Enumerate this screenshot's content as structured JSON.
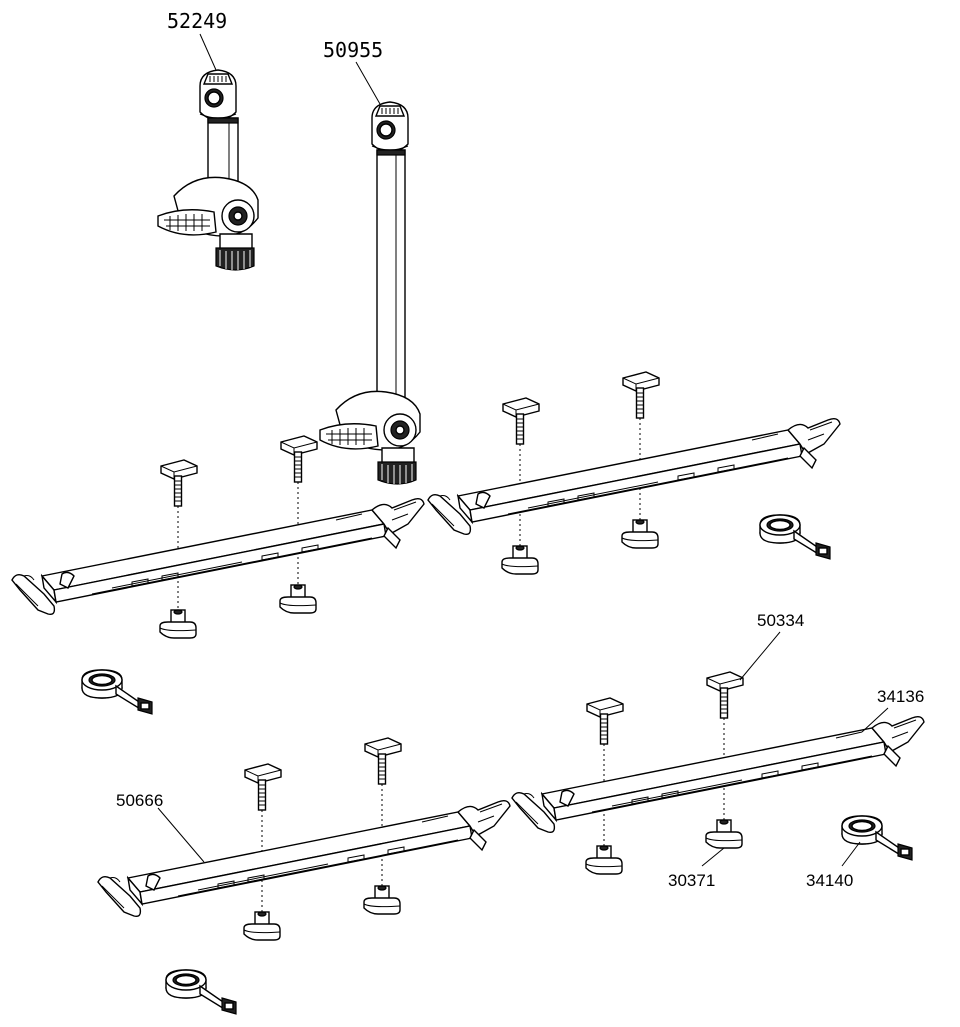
{
  "diagram": {
    "part_numbers": {
      "fork_mount_short": "52249",
      "fork_mount_tall": "50955",
      "bolt": "50334",
      "end_cap": "34136",
      "rail": "50666",
      "t_nut": "30371",
      "strap": "34140"
    }
  }
}
